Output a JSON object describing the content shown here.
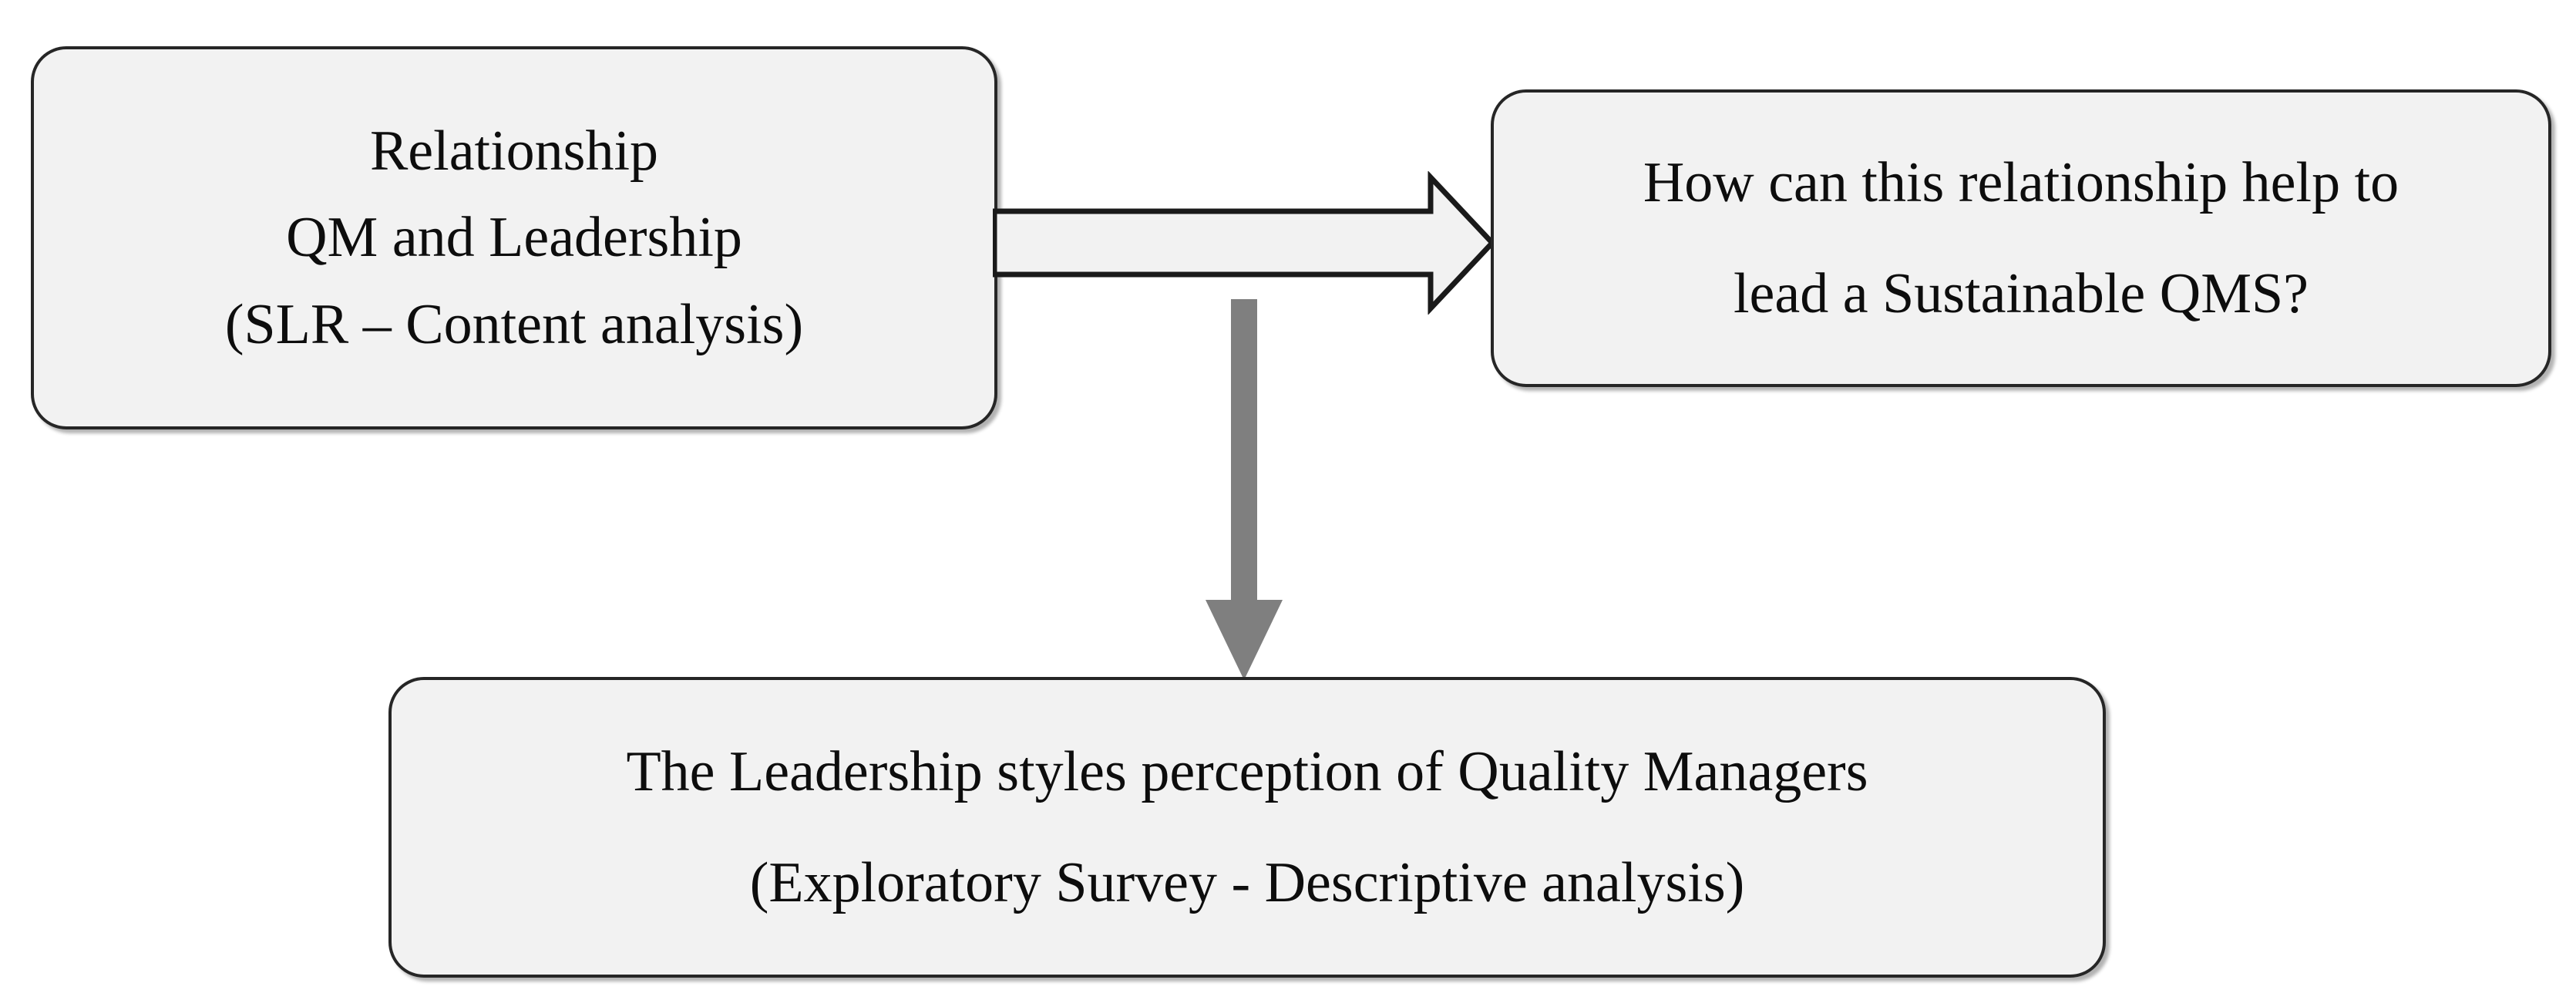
{
  "diagram": {
    "title": "Research design flow: QM and Leadership relationship",
    "background_color": "#ffffff",
    "node_fill_color": "#f2f2f2",
    "node_border_color": "#262626",
    "hollow_arrow_fill_color": "#f2f2f2",
    "hollow_arrow_stroke_color": "#1a1a1a",
    "solid_arrow_color": "#7f7f7f",
    "text_color": "#0d0d0d"
  },
  "nodes": {
    "relationship": {
      "id": "relationship",
      "lines": [
        "Relationship",
        "QM and Leadership",
        "(SLR – Content analysis)"
      ]
    },
    "question": {
      "id": "question",
      "lines": [
        "How can this relationship help to",
        "lead a Sustainable QMS?"
      ]
    },
    "survey": {
      "id": "survey",
      "lines": [
        "The Leadership styles perception of Quality Managers",
        "(Exploratory Survey - Descriptive analysis)"
      ]
    }
  },
  "connectors": {
    "relationship_to_question": {
      "icon": "block-arrow-right-icon",
      "style": "hollow-block-arrow",
      "direction": "right",
      "from": "relationship",
      "to": "question"
    },
    "relationship_to_survey": {
      "icon": "arrow-down-icon",
      "style": "solid-arrow",
      "direction": "down",
      "from": "relationship",
      "to": "survey"
    }
  }
}
